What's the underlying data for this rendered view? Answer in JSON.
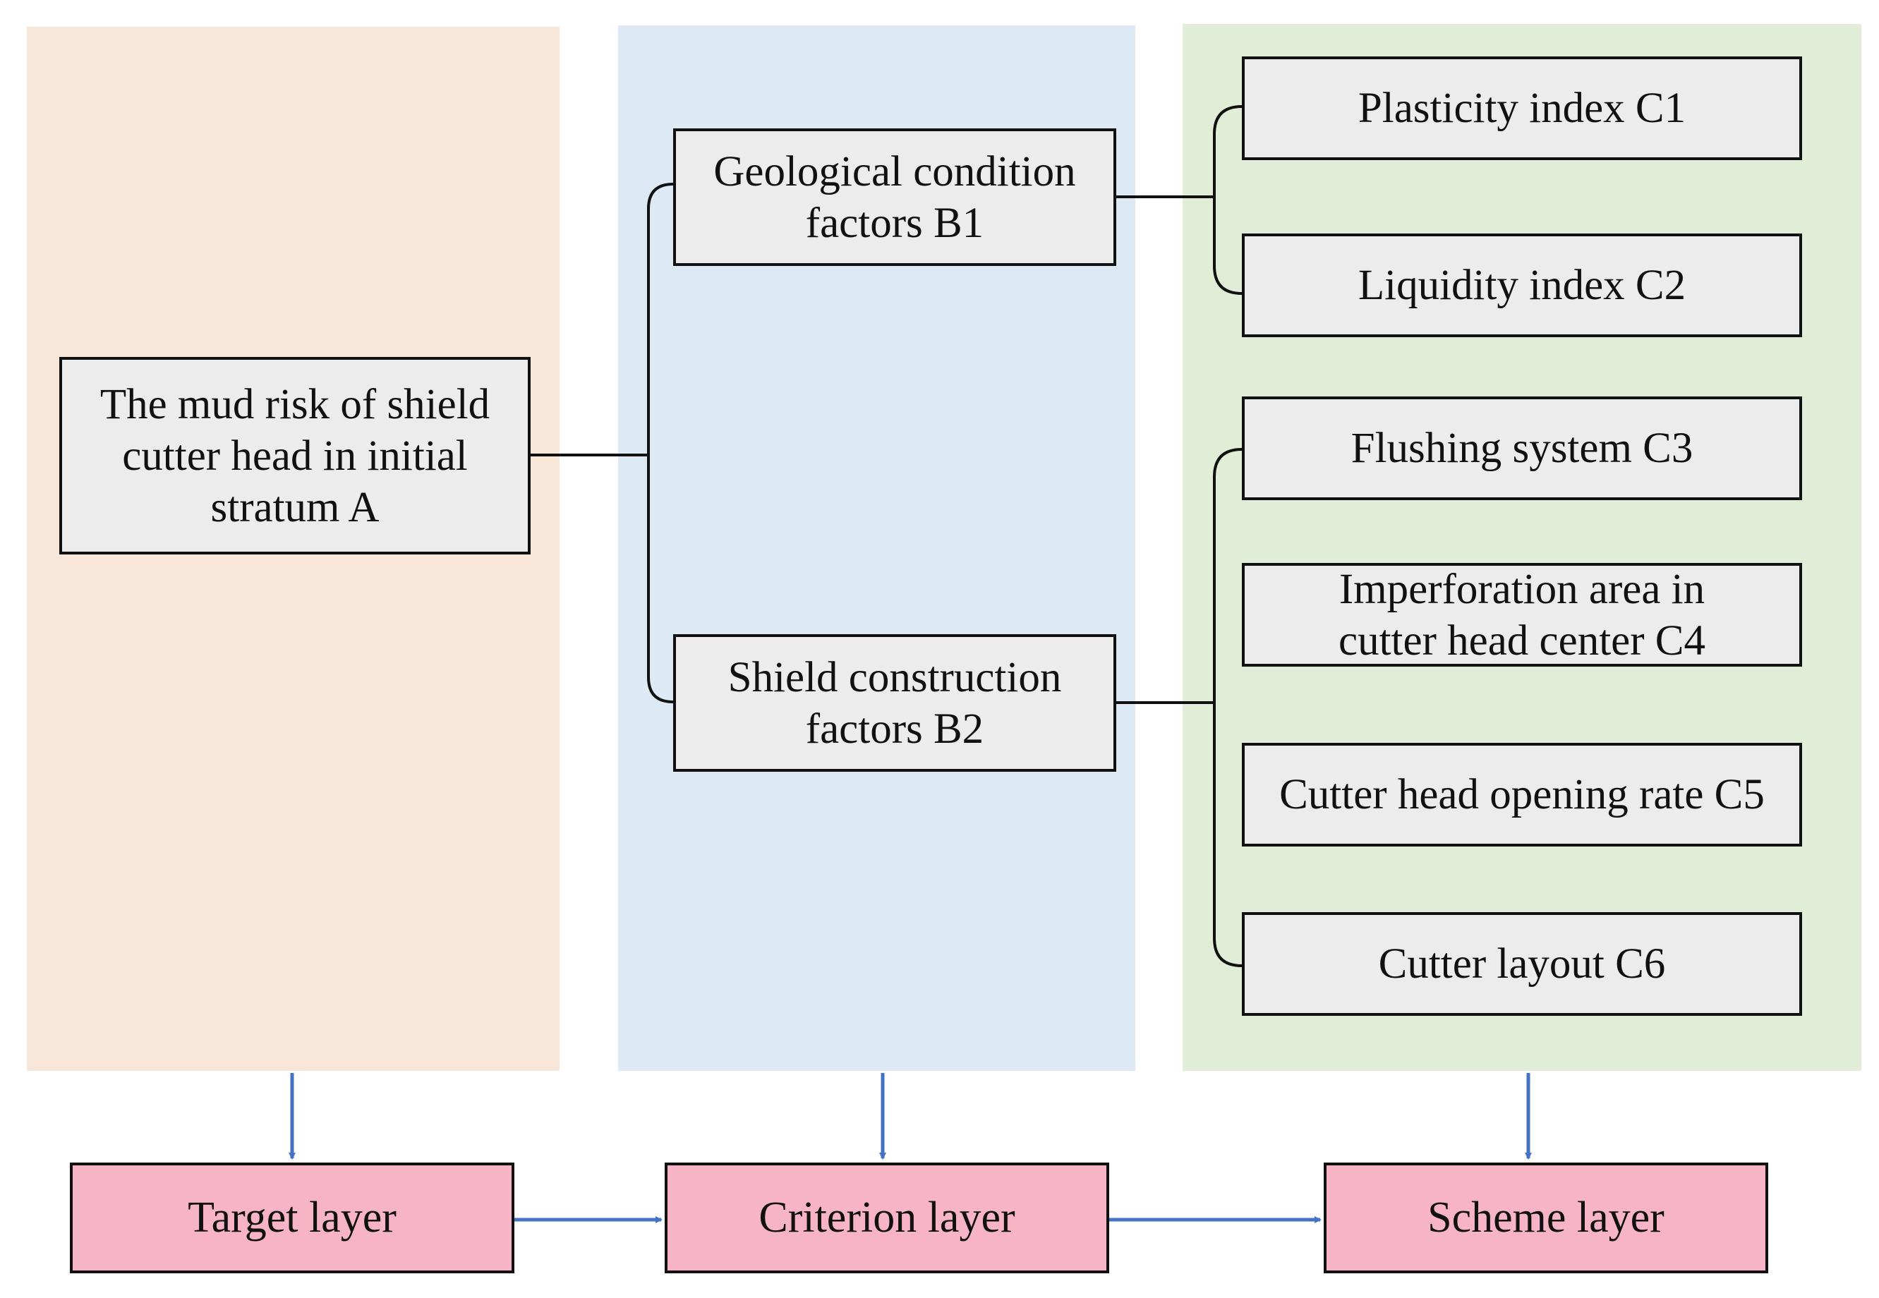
{
  "colors": {
    "target_panel": "#f8e6d8",
    "criterion_panel": "#dde9f5",
    "scheme_panel": "#e2edd8",
    "node_fill": "#ececec",
    "layer_fill": "#f8b4c7",
    "connector": "#111111",
    "arrow": "#4472c4"
  },
  "nodes": {
    "a": {
      "label": "The mud risk of shield\ncutter head  in initial\nstratum A"
    },
    "b1": {
      "label": "Geological condition\nfactors B1"
    },
    "b2": {
      "label": "Shield construction\nfactors B2"
    },
    "c1": {
      "label": "Plasticity index C1"
    },
    "c2": {
      "label": "Liquidity index C2"
    },
    "c3": {
      "label": "Flushing system C3"
    },
    "c4": {
      "label": "Imperforation area in\ncutter head center C4"
    },
    "c5": {
      "label": "Cutter head opening rate C5"
    },
    "c6": {
      "label": "Cutter layout C6"
    }
  },
  "layers": {
    "target": {
      "label": "Target layer"
    },
    "criterion": {
      "label": "Criterion layer"
    },
    "scheme": {
      "label": "Scheme layer"
    }
  }
}
